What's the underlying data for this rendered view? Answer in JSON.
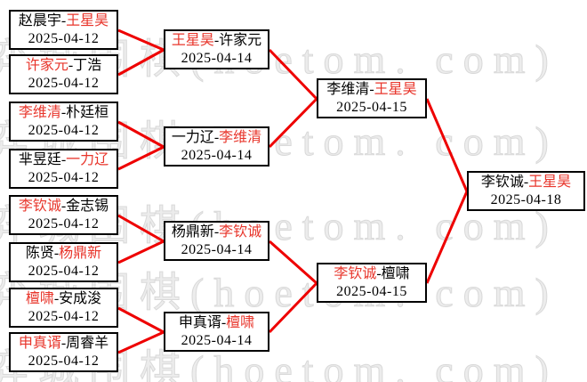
{
  "watermark": {
    "text": "弈城围棋(hoetom. com)"
  },
  "ui": {
    "separator": "-"
  },
  "colors": {
    "winner": "#e8352b",
    "line": "#ee0000",
    "border": "#000000",
    "watermark": "#d9d9d9",
    "background": "#ffffff"
  },
  "matches": [
    {
      "round": 1,
      "p1": "赵晨宇",
      "p2": "王星昊",
      "winner": 2,
      "date": "2025-04-12"
    },
    {
      "round": 1,
      "p1": "许家元",
      "p2": "丁浩",
      "winner": 1,
      "date": "2025-04-12"
    },
    {
      "round": 1,
      "p1": "李维清",
      "p2": "朴廷桓",
      "winner": 1,
      "date": "2025-04-12"
    },
    {
      "round": 1,
      "p1": "芈昱廷",
      "p2": "一力辽",
      "winner": 2,
      "date": "2025-04-12"
    },
    {
      "round": 1,
      "p1": "李钦诚",
      "p2": "金志锡",
      "winner": 1,
      "date": "2025-04-12"
    },
    {
      "round": 1,
      "p1": "陈贤",
      "p2": "杨鼎新",
      "winner": 2,
      "date": "2025-04-12"
    },
    {
      "round": 1,
      "p1": "檀啸",
      "p2": "安成浚",
      "winner": 1,
      "date": "2025-04-12"
    },
    {
      "round": 1,
      "p1": "申真谞",
      "p2": "周睿羊",
      "winner": 1,
      "date": "2025-04-12"
    },
    {
      "round": 2,
      "p1": "王星昊",
      "p2": "许家元",
      "winner": 1,
      "date": "2025-04-14"
    },
    {
      "round": 2,
      "p1": "一力辽",
      "p2": "李维清",
      "winner": 2,
      "date": "2025-04-14"
    },
    {
      "round": 2,
      "p1": "杨鼎新",
      "p2": "李钦诚",
      "winner": 2,
      "date": "2025-04-14"
    },
    {
      "round": 2,
      "p1": "申真谞",
      "p2": "檀啸",
      "winner": 2,
      "date": "2025-04-14"
    },
    {
      "round": 3,
      "p1": "李维清",
      "p2": "王星昊",
      "winner": 2,
      "date": "2025-04-15"
    },
    {
      "round": 3,
      "p1": "李钦诚",
      "p2": "檀啸",
      "winner": 1,
      "date": "2025-04-15"
    },
    {
      "round": 4,
      "p1": "李钦诚",
      "p2": "王星昊",
      "winner": 2,
      "date": "2025-04-18"
    }
  ]
}
